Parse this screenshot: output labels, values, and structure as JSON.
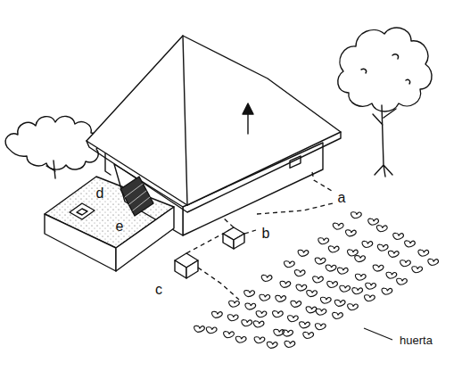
{
  "diagram": {
    "labels": [
      "d",
      "a",
      "e",
      "b",
      "c",
      "huerta"
    ]
  }
}
